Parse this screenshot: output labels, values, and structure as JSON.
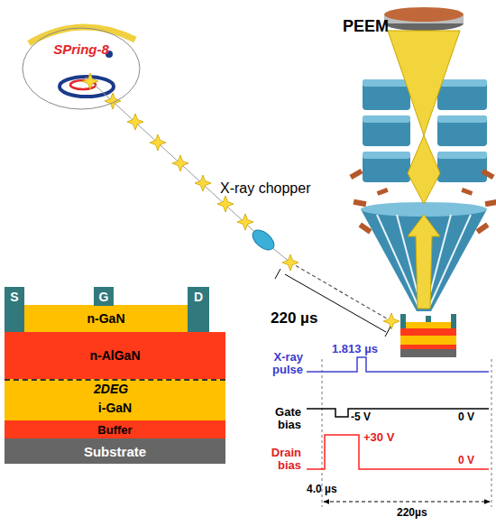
{
  "diagram": {
    "nodes": [
      {
        "text": [
          "SPring-8"
        ]
      },
      {
        "text": [
          "S"
        ]
      },
      {
        "text": [
          "G"
        ]
      },
      {
        "text": [
          "D"
        ]
      },
      {
        "text": [
          "n-GaN"
        ]
      },
      {
        "text": [
          "n-AlGaN"
        ]
      },
      {
        "text": [
          "i-GaN"
        ]
      },
      {
        "text": [
          "Buffer"
        ]
      },
      {
        "text": [
          "Substrate"
        ]
      }
    ],
    "labels": [
      "PEEM",
      "X-ray chopper",
      "220 µs",
      "2DEG",
      "X-ray pulse",
      "1.813 µs",
      "Gate bias",
      "-5 V",
      "0 V",
      "Drain bias",
      "+30 V",
      "0 V",
      "4.0 µs",
      "220µs"
    ]
  }
}
